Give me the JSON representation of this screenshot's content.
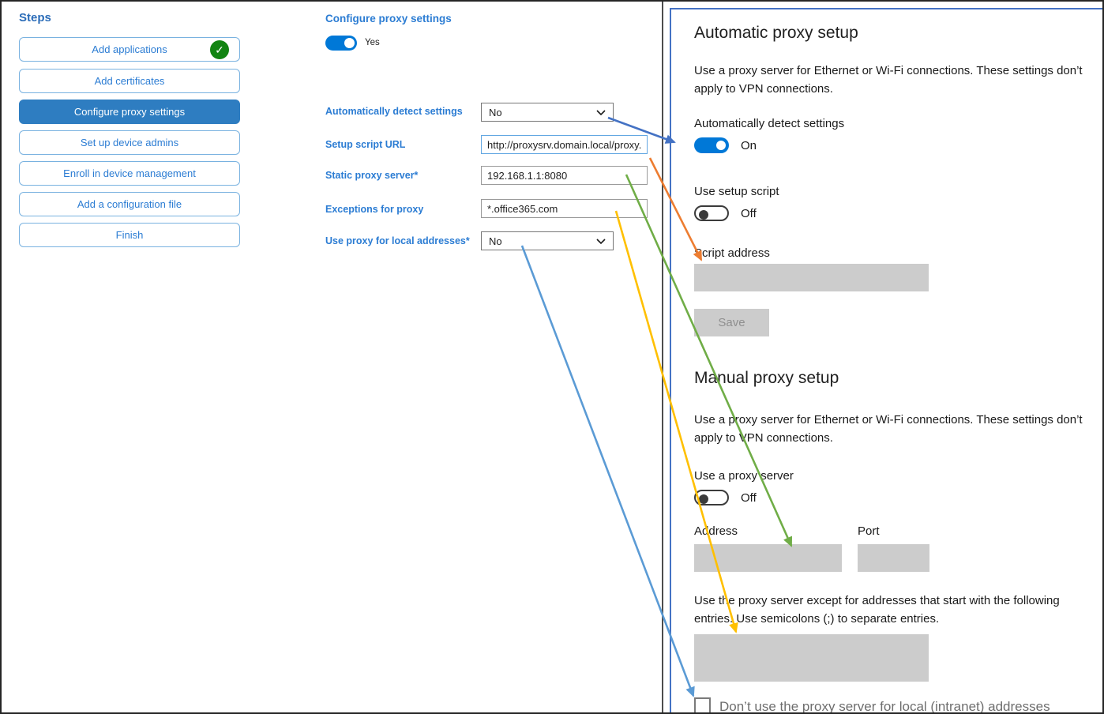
{
  "colors": {
    "accent_toggle": "#0078d7",
    "step_selected": "#2e7dc1",
    "link_blue": "#2b7cd3",
    "panel_border": "#4472c4",
    "field_gray": "#cccccc",
    "check_green": "#128412"
  },
  "steps": {
    "title": "Steps",
    "items": [
      {
        "label": "Add applications",
        "completed": true
      },
      {
        "label": "Add certificates"
      },
      {
        "label": "Configure proxy settings",
        "selected": true
      },
      {
        "label": "Set up device admins"
      },
      {
        "label": "Enroll in device management"
      },
      {
        "label": "Add a configuration file"
      },
      {
        "label": "Finish"
      }
    ],
    "check_glyph": "✓"
  },
  "editor": {
    "title": "Configure proxy settings",
    "toggle_label": "Yes",
    "fields": [
      {
        "label": "Automatically detect settings",
        "type": "select",
        "value": "No"
      },
      {
        "label": "Setup script URL",
        "type": "text",
        "value": "http://proxysrv.domain.local/proxy.pa"
      },
      {
        "label": "Static proxy server*",
        "type": "text",
        "value": "192.168.1.1:8080"
      },
      {
        "label": "Exceptions for proxy",
        "type": "text",
        "value": "*.office365.com"
      },
      {
        "label": "Use proxy for local addresses*",
        "type": "select",
        "value": "No"
      }
    ]
  },
  "settings_panel": {
    "automatic": {
      "heading": "Automatic proxy setup",
      "description": "Use a proxy server for Ethernet or Wi-Fi connections. These settings don’t apply to VPN connections.",
      "detect_label": "Automatically detect settings",
      "detect_state": "On",
      "script_toggle_label": "Use setup script",
      "script_toggle_state": "Off",
      "script_address_label": "Script address",
      "save_label": "Save"
    },
    "manual": {
      "heading": "Manual proxy setup",
      "description": "Use a proxy server for Ethernet or Wi-Fi connections. These settings don’t apply to VPN connections.",
      "proxy_toggle_label": "Use a proxy server",
      "proxy_toggle_state": "Off",
      "address_label": "Address",
      "port_label": "Port",
      "exceptions_description": "Use the proxy server except for addresses that start with the following entries. Use semicolons (;) to separate entries.",
      "local_checkbox_label": "Don’t use the proxy server for local (intranet) addresses"
    }
  },
  "arrows": [
    {
      "name": "automatically-detect-settings-mapping",
      "color": "#4472c4"
    },
    {
      "name": "setup-script-url-mapping",
      "color": "#ed7d31"
    },
    {
      "name": "static-proxy-server-mapping",
      "color": "#70ad47"
    },
    {
      "name": "exceptions-for-proxy-mapping",
      "color": "#ffc000"
    },
    {
      "name": "use-proxy-local-addresses-mapping",
      "color": "#5b9bd5"
    }
  ]
}
